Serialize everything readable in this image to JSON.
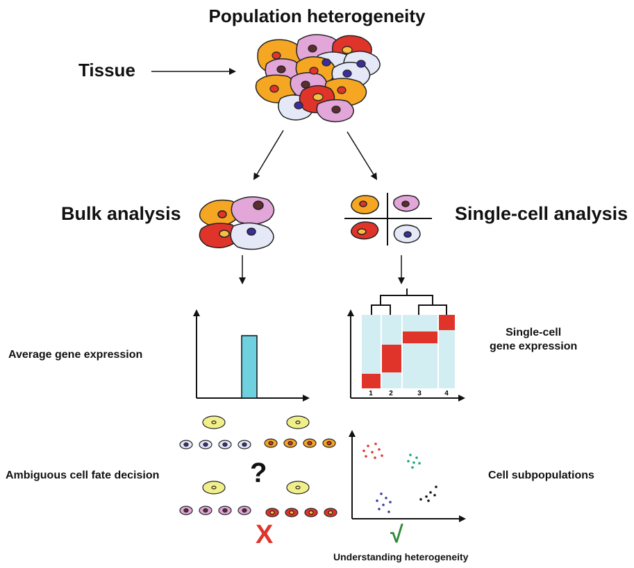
{
  "title": "Population heterogeneity",
  "tissue_label": "Tissue",
  "bulk_label": "Bulk analysis",
  "single_label": "Single-cell analysis",
  "avg_label": "Average gene expression",
  "sc_expr_label": {
    "line1": "Single-cell",
    "line2": "gene expression"
  },
  "ambig_label": "Ambiguous cell fate decision",
  "subpop_label": "Cell subpopulations",
  "understand_label": "Understanding heterogeneity",
  "question_mark": "?",
  "x_mark": "X",
  "check_mark": "√",
  "heatmap_columns": [
    "1",
    "2",
    "3",
    "4"
  ],
  "colors": {
    "orange": "#f5a623",
    "pink": "#e2a6d9",
    "red": "#e0342b",
    "lightblue": "#e4e8f7",
    "bar": "#6fd0e0",
    "heat_bg": "#d3eef3",
    "yellow": "#f1ef8a",
    "cluster_red": "#e0342b",
    "cluster_green": "#1aa37a",
    "cluster_blue": "#3b3b9a",
    "cluster_black": "#111111"
  }
}
